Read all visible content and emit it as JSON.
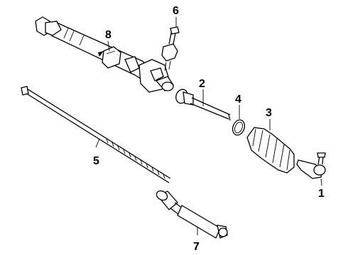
{
  "diagram": {
    "callouts": [
      {
        "label": "1"
      },
      {
        "label": "2"
      },
      {
        "label": "3"
      },
      {
        "label": "4"
      },
      {
        "label": "5"
      },
      {
        "label": "6"
      },
      {
        "label": "7"
      },
      {
        "label": "8"
      }
    ]
  },
  "colors": {
    "line": "#000000",
    "background": "#ffffff"
  }
}
